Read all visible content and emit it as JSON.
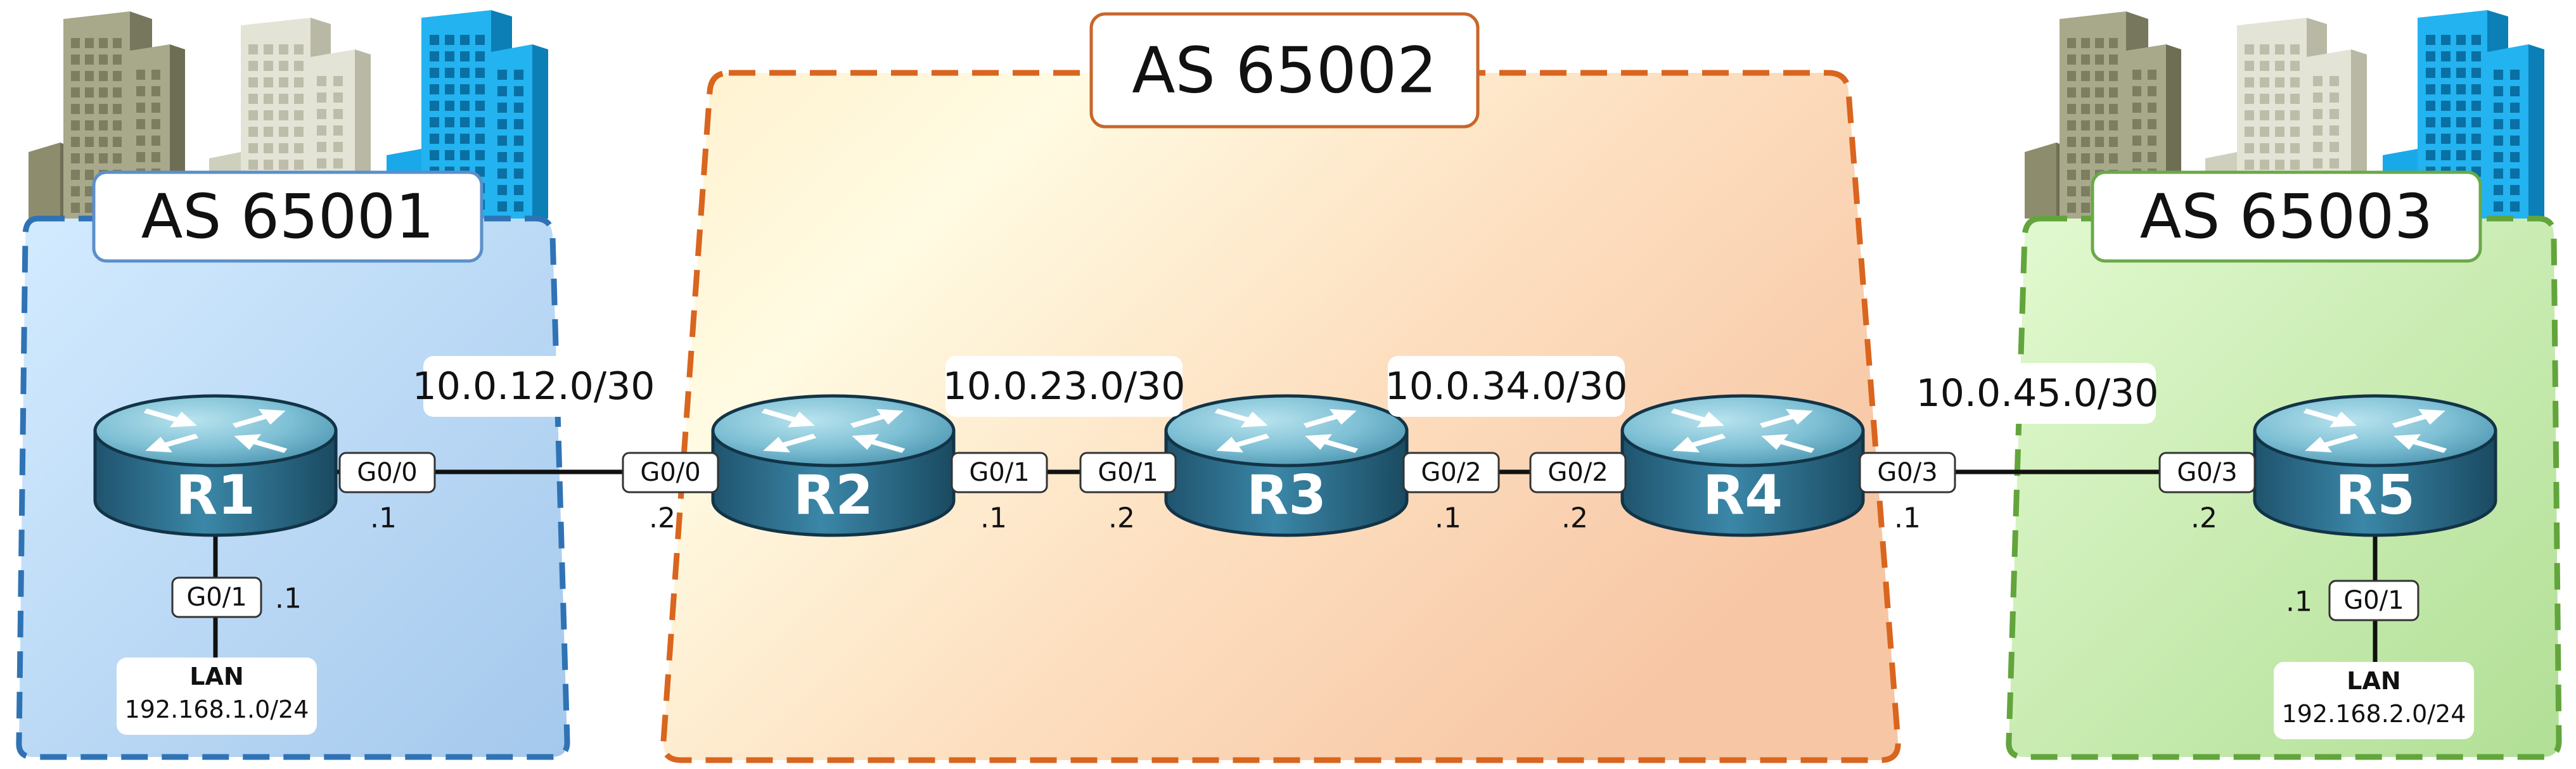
{
  "areas": [
    {
      "id": "as65001",
      "label": "AS 65001",
      "border": "#2f73b5",
      "fill_light": "#cfe8ff",
      "fill_dark": "#a9cdf0",
      "label_border": "#5b8fc9"
    },
    {
      "id": "as65002",
      "label": "AS 65002",
      "border": "#d9651e",
      "fill_light": "#fffbe0",
      "fill_dark": "#f9c9a6",
      "label_border": "#c8662b"
    },
    {
      "id": "as65003",
      "label": "AS 65003",
      "border": "#62a53c",
      "fill_light": "#dff8cc",
      "fill_dark": "#b6e29b",
      "label_border": "#6aa949"
    }
  ],
  "routers": [
    {
      "id": "r1",
      "label": "R1"
    },
    {
      "id": "r2",
      "label": "R2"
    },
    {
      "id": "r3",
      "label": "R3"
    },
    {
      "id": "r4",
      "label": "R4"
    },
    {
      "id": "r5",
      "label": "R5"
    }
  ],
  "links": [
    {
      "id": "r1-r2",
      "subnet": "10.0.12.0/30",
      "a_if": "G0/0",
      "a_host": ".1",
      "b_if": "G0/0",
      "b_host": ".2"
    },
    {
      "id": "r2-r3",
      "subnet": "10.0.23.0/30",
      "a_if": "G0/1",
      "a_host": ".1",
      "b_if": "G0/1",
      "b_host": ".2"
    },
    {
      "id": "r3-r4",
      "subnet": "10.0.34.0/30",
      "a_if": "G0/2",
      "a_host": ".1",
      "b_if": "G0/2",
      "b_host": ".2"
    },
    {
      "id": "r4-r5",
      "subnet": "10.0.45.0/30",
      "a_if": "G0/3",
      "a_host": ".1",
      "b_if": "G0/3",
      "b_host": ".2"
    }
  ],
  "lans": [
    {
      "id": "lan1",
      "title": "LAN",
      "network": "192.168.1.0/24",
      "router_if": "G0/1",
      "router_host": ".1"
    },
    {
      "id": "lan2",
      "title": "LAN",
      "network": "192.168.2.0/24",
      "router_if": "G0/1",
      "router_host": ".1"
    }
  ],
  "colors": {
    "router_top": "#7fc2d6",
    "router_body": "#2d6b88",
    "router_edge": "#123447",
    "building_tan": "#a8a88a",
    "building_cream": "#ddddcc",
    "building_blue": "#12a3e3"
  }
}
